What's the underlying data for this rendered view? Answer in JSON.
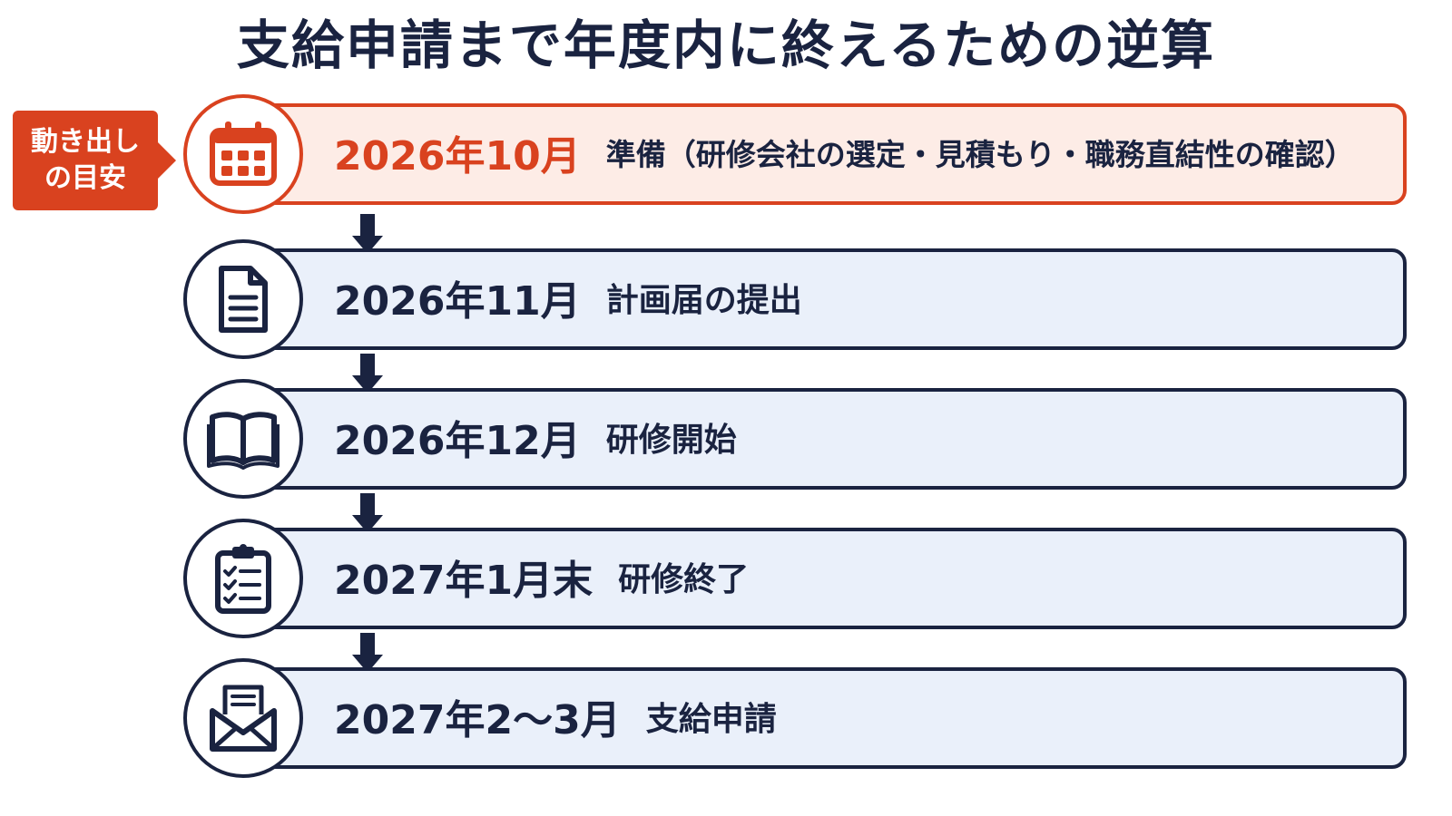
{
  "title": "支給申請まで年度内に終えるための逆算",
  "badge": {
    "line1": "動き出し",
    "line2": "の目安"
  },
  "colors": {
    "accent": "#d9421f",
    "navy": "#1a2340",
    "bar_fill": "#eaf0fa",
    "highlight_fill": "#fdece6"
  },
  "steps": [
    {
      "date": "2026年10月",
      "label": "準備（研修会社の選定・見積もり・職務直結性の確認）",
      "icon": "calendar-icon",
      "highlight": true
    },
    {
      "date": "2026年11月",
      "label": "計画届の提出",
      "icon": "document-icon",
      "highlight": false
    },
    {
      "date": "2026年12月",
      "label": "研修開始",
      "icon": "open-book-icon",
      "highlight": false
    },
    {
      "date": "2027年1月末",
      "label": "研修終了",
      "icon": "checklist-clipboard-icon",
      "highlight": false
    },
    {
      "date": "2027年2〜3月",
      "label": "支給申請",
      "icon": "envelope-letter-icon",
      "highlight": false
    }
  ]
}
